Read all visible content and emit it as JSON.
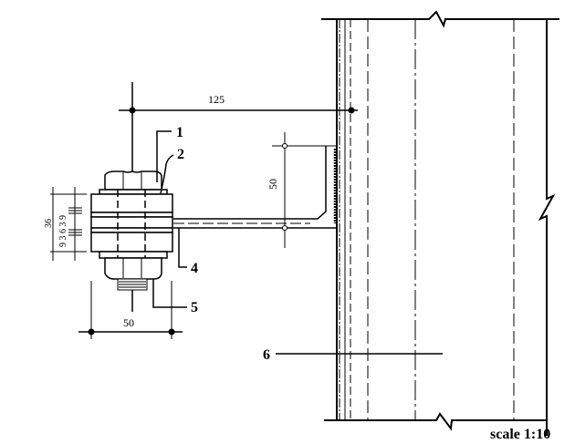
{
  "drawing": {
    "dimensions": {
      "top_span": "125",
      "arm_height": "50",
      "bolt_spacing": "50",
      "stack_total": "36",
      "stack_layers": "9 3 6 3 9"
    },
    "labels": [
      "1",
      "2",
      "4",
      "5",
      "6"
    ],
    "scale": "scale 1:10",
    "colors": {
      "line": "#000000",
      "background": "#ffffff"
    }
  }
}
